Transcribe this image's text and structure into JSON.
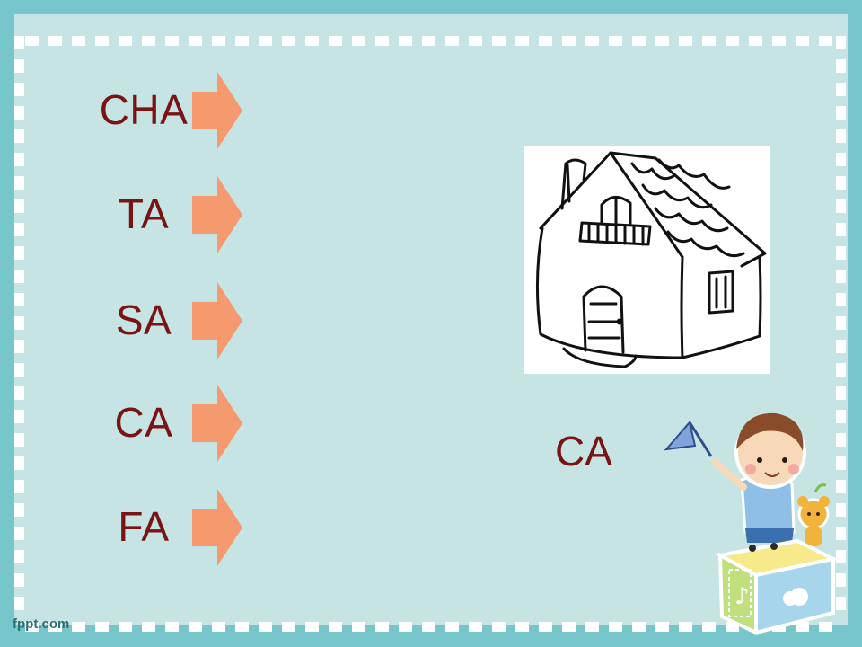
{
  "syllables": [
    "CHA",
    "TA",
    "SA",
    "CA",
    "FA"
  ],
  "answer": "CA",
  "brand": "fppt.com",
  "icons": {
    "arrow": "right-arrow-icon",
    "house": "house-illustration",
    "kid": "kid-on-toy-block-illustration"
  },
  "colors": {
    "frame": "#76c6cc",
    "panel": "#c6e4e4",
    "text": "#7a1414",
    "arrow": "#f59a6e"
  }
}
